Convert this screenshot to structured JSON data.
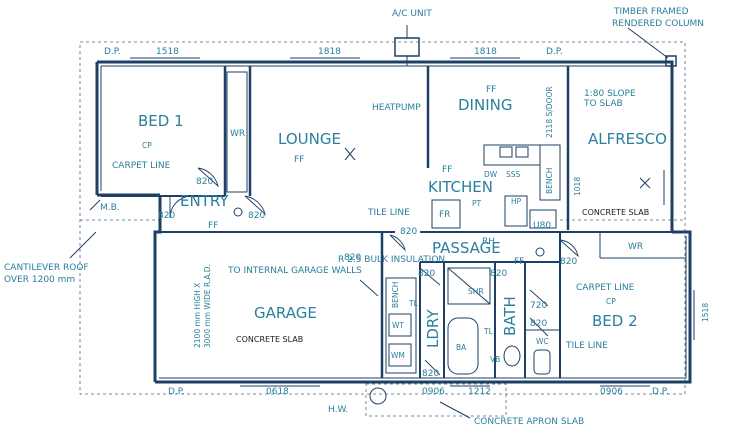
{
  "rooms": {
    "bed1": "BED 1",
    "lounge": "LOUNGE",
    "dining": "DINING",
    "alfresco": "ALFRESCO",
    "kitchen": "KITCHEN",
    "entry": "ENTRY",
    "garage": "GARAGE",
    "passage": "PASSAGE",
    "bed2": "BED 2",
    "ldry": "LDRY",
    "bath": "BATH"
  },
  "fixtures": {
    "ac_unit": "A/C UNIT",
    "heatpump": "HEATPUMP",
    "wr_bed1": "WR",
    "wr_bed2": "WR",
    "cp_bed1": "CP",
    "cp_bed2": "CP",
    "carpet_line_bed1": "CARPET LINE",
    "carpet_line_bed2": "CARPET LINE",
    "ff_lounge": "FF",
    "ff_dining": "FF",
    "ff_kitchen": "FF",
    "ff_entry": "FF",
    "ff_passage": "FF",
    "dw": "DW",
    "sss": "SSS",
    "fr": "FR",
    "pt": "PT",
    "hp": "HP",
    "u80": "U80",
    "bench_kitchen": "BENCH",
    "bench_ldry": "BENCH",
    "sliding_door": "2118 S/DOOR",
    "slope": "1:80 SLOPE",
    "slope_to": "TO SLAB",
    "alfresco_slab": "CONCRETE SLAB",
    "garage_slab": "CONCRETE SLAB",
    "tile_line_entry": "TILE LINE",
    "tile_line_bath": "TILE LINE",
    "insulation_1": "R 2.5 BULK INSULATION",
    "insulation_2": "TO INTERNAL GARAGE WALLS",
    "garage_door_1": "2100 mm HIGH X",
    "garage_door_2": "3000 mm WIDE R.A.D.",
    "rh": "RH",
    "wt": "WT",
    "wm": "WM",
    "shr": "SHR",
    "tl_ldry": "TL",
    "tl_bath": "TL",
    "ba": "BA",
    "vb": "VB",
    "wc": "WC",
    "mb": "M.B.",
    "hw": "H.W."
  },
  "dimensions": {
    "w_bed1": "1518",
    "w_lounge": "1818",
    "w_dining": "1818",
    "w_alfresco_side": "1018",
    "w_bed2_side": "1518",
    "w_garage_front": "0618",
    "w_ldry_front": "0906",
    "w_bath_front": "1212",
    "w_bed2_front": "0906",
    "d_entry_in": "820",
    "d_entry_out": "820",
    "d_entry_left": "820",
    "d_passage_top": "820",
    "d_passage_left": "820",
    "d_ldry": "820",
    "d_bath": "820",
    "d_bed2": "820",
    "d_bath_720": "720",
    "d_wc": "820",
    "d_ldry_out": "820"
  },
  "downpipes": [
    "D.P.",
    "D.P.",
    "D.P.",
    "D.P."
  ],
  "notes": {
    "timber_1": "TIMBER FRAMED",
    "timber_2": "RENDERED COLUMN",
    "cantilever_1": "CANTILEVER ROOF",
    "cantilever_2": "OVER 1200 mm",
    "apron": "CONCRETE APRON SLAB"
  },
  "colors": {
    "label": "#2a7f9e",
    "wall": "#1e3f66",
    "background": "#ffffff"
  }
}
